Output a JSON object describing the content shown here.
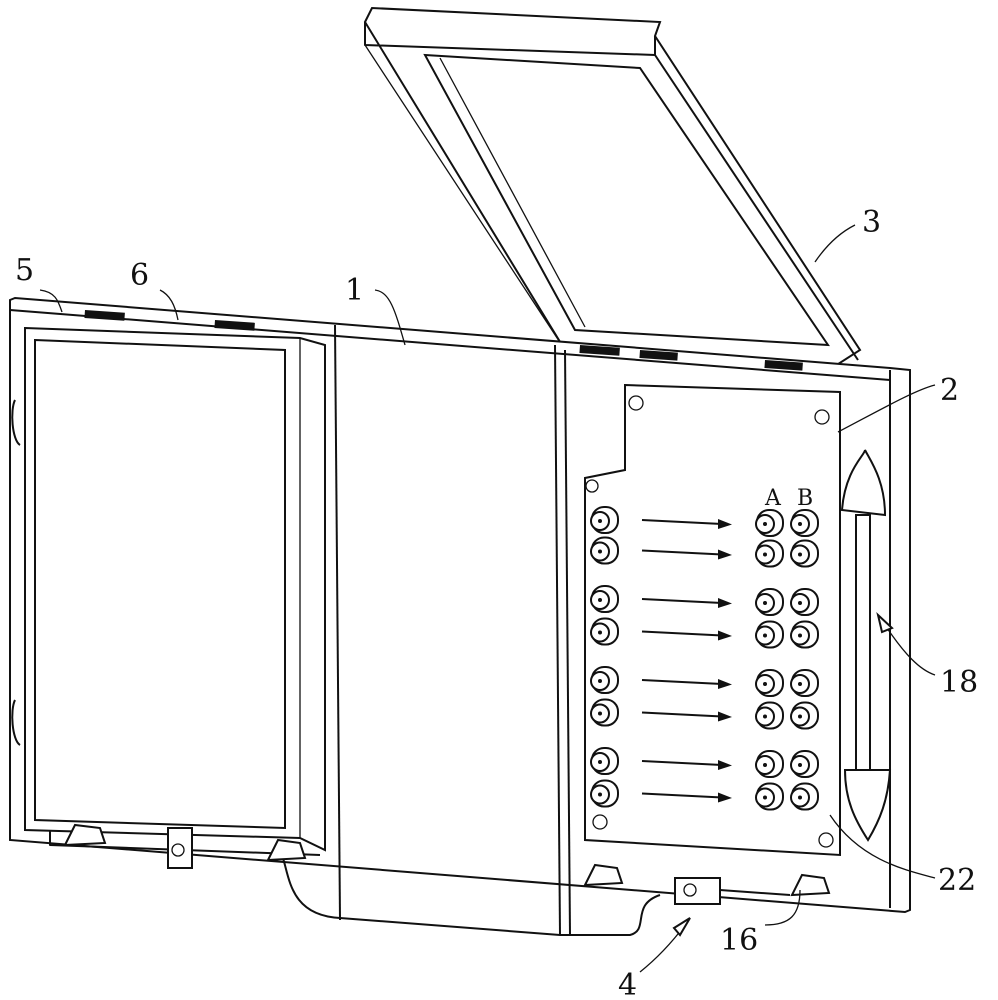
{
  "figure": {
    "labels": {
      "l5": "5",
      "l6": "6",
      "l1": "1",
      "l3": "3",
      "l2": "2",
      "lA": "A",
      "lB": "B",
      "l18": "18",
      "l22": "22",
      "l16": "16",
      "l4": "4"
    },
    "connector_rows": 8
  }
}
